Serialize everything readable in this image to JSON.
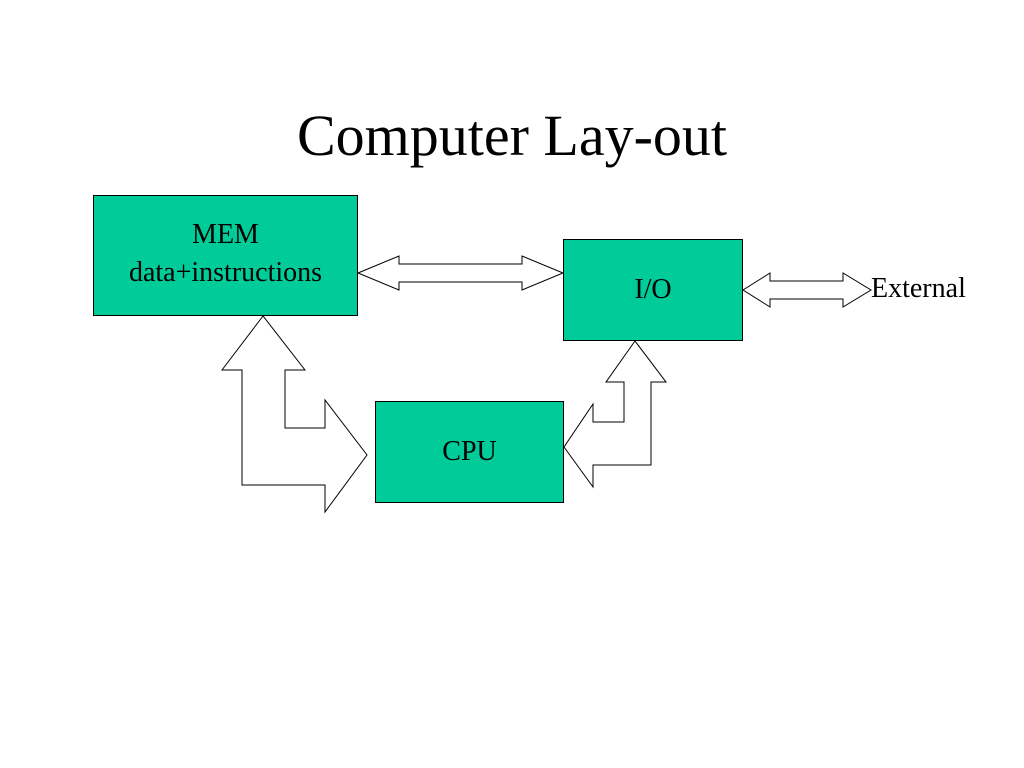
{
  "title": "Computer Lay-out",
  "mem": {
    "line1": "MEM",
    "line2": "data+instructions"
  },
  "io": {
    "label": "I/O"
  },
  "cpu": {
    "label": "CPU"
  },
  "external": {
    "label": "External"
  },
  "colors": {
    "box_fill": "#00cc99",
    "arrow_fill": "#ffffff",
    "stroke": "#000000"
  }
}
